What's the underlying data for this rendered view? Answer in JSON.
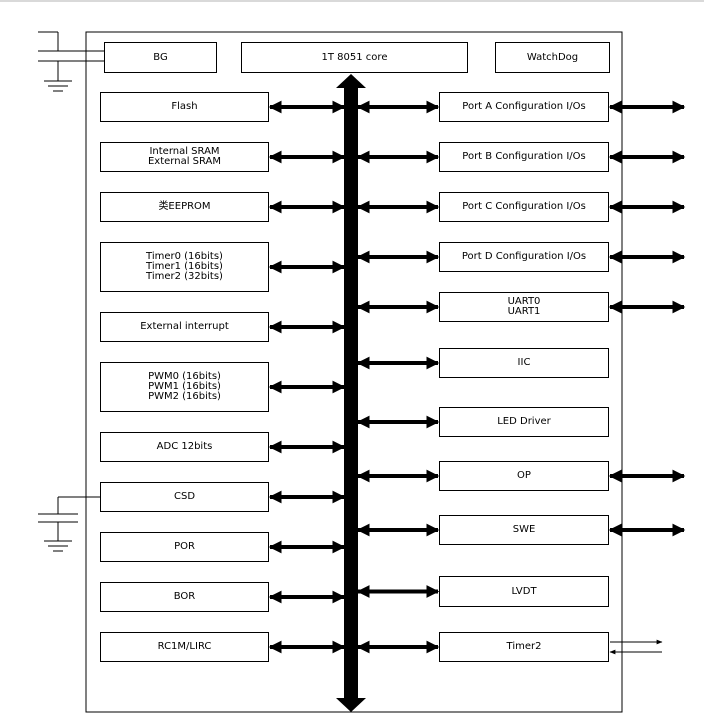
{
  "top": {
    "bg": "BG",
    "core": "1T 8051 core",
    "watchdog": "WatchDog"
  },
  "left_blocks": [
    {
      "id": "flash",
      "label": "Flash"
    },
    {
      "id": "sram",
      "label": "Internal SRAM\nExternal SRAM"
    },
    {
      "id": "eeprom",
      "label": "类EEPROM"
    },
    {
      "id": "timers",
      "label": "Timer0 (16bits)\nTimer1 (16bits)\nTimer2 (32bits)"
    },
    {
      "id": "ext-int",
      "label": "External interrupt"
    },
    {
      "id": "pwm",
      "label": "PWM0 (16bits)\nPWM1 (16bits)\nPWM2 (16bits)"
    },
    {
      "id": "adc",
      "label": "ADC 12bits"
    },
    {
      "id": "csd",
      "label": "CSD"
    },
    {
      "id": "por",
      "label": "POR"
    },
    {
      "id": "bor",
      "label": "BOR"
    },
    {
      "id": "rc",
      "label": "RC1M/LIRC"
    }
  ],
  "right_blocks": [
    {
      "id": "port-a",
      "label": "Port A Configuration I/Os",
      "external": "bidirectional"
    },
    {
      "id": "port-b",
      "label": "Port B Configuration I/Os",
      "external": "bidirectional"
    },
    {
      "id": "port-c",
      "label": "Port C Configuration I/Os",
      "external": "bidirectional"
    },
    {
      "id": "port-d",
      "label": "Port D Configuration I/Os",
      "external": "bidirectional"
    },
    {
      "id": "uart",
      "label": "UART0\nUART1",
      "external": "bidirectional"
    },
    {
      "id": "iic",
      "label": "IIC",
      "external": "none"
    },
    {
      "id": "led",
      "label": "LED Driver",
      "external": "none"
    },
    {
      "id": "op",
      "label": "OP",
      "external": "bidirectional"
    },
    {
      "id": "swe",
      "label": "SWE",
      "external": "bidirectional"
    },
    {
      "id": "lvdt",
      "label": "LVDT",
      "external": "none"
    },
    {
      "id": "timer2",
      "label": "Timer2",
      "external": "in-out"
    }
  ]
}
